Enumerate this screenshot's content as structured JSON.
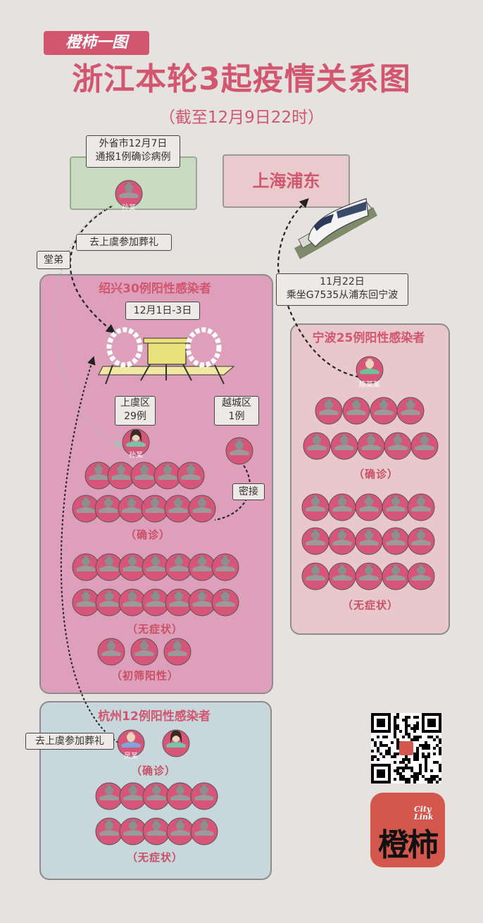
{
  "header": {
    "tag": "橙柿一图",
    "title": "浙江本轮3起疫情关系图",
    "subtitle": "（截至12月9日22时）"
  },
  "source": {
    "note_line1": "外省市12月7日",
    "note_line2": "通报1例确诊病例",
    "person": "孙某"
  },
  "shanghai": {
    "label": "上海浦东"
  },
  "links": {
    "cousin": "堂弟",
    "funeral1": "去上虞参加葬礼",
    "funeral2": "去上虞参加葬礼",
    "close_contact": "密接",
    "train_line1": "11月22日",
    "train_line2": "乘坐G7535从浦东回宁波"
  },
  "shaoxing": {
    "title": "绍兴30例阳性感染者",
    "date": "12月1日-3日",
    "shangyu_line1": "上虞区",
    "shangyu_line2": "29例",
    "yuecheng_line1": "越城区",
    "yuecheng_line2": "1例",
    "sun": "孙某",
    "confirmed": "（确诊）",
    "asymptomatic": "（无症状）",
    "initial": "（初筛阳性）"
  },
  "ningbo": {
    "title": "宁波25例阳性感染者",
    "chen": "陈某某",
    "confirmed": "（确诊）",
    "asymptomatic": "（无症状）"
  },
  "hangzhou": {
    "title": "杭州12例阳性感染者",
    "wu": "吴某",
    "confirmed": "（确诊）",
    "asymptomatic": "（无症状）"
  },
  "colors": {
    "accent": "#d2566f",
    "person_body": "#d8557a",
    "person_head": "#8e8e8e",
    "shaoxing_bg": "#de9fba",
    "ningbo_bg": "#e9c8cc",
    "hangzhou_bg": "#c7d7db"
  },
  "logo": {
    "main": "橙柿",
    "en_line1": "City",
    "en_line2": "Link"
  }
}
